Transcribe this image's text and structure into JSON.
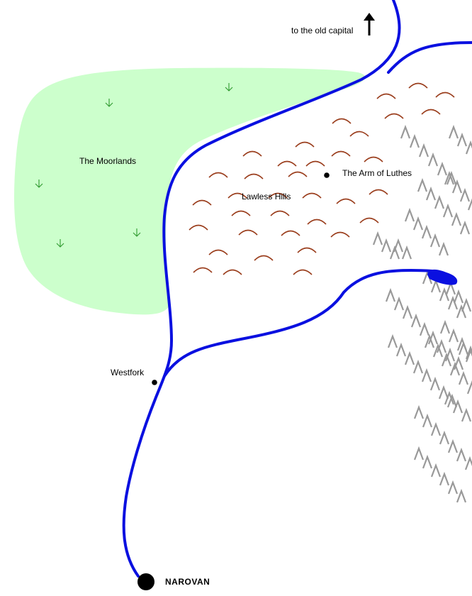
{
  "labels": {
    "moorlands": "The Moorlands",
    "lawless_hills": "Lawless Hills",
    "arm_of_luthes": "The Arm of Luthes",
    "westfork": "Westfork",
    "narovan": "NAROVAN",
    "old_capital": "to the old capital"
  },
  "colors": {
    "river": "#0a10e0",
    "moorland_fill": "#ccffcc",
    "moorland_symbol": "#2e9a2e",
    "hill": "#9a3d1c",
    "mountain": "#999999",
    "town": "#000000",
    "background": "#ffffff"
  },
  "icons": {
    "north_arrow": "arrow-up-icon",
    "hills": "hill-arc-icon",
    "mountains": "mountain-peak-icon",
    "marsh": "marsh-tuft-icon",
    "town": "town-dot-icon",
    "city": "city-dot-icon"
  }
}
